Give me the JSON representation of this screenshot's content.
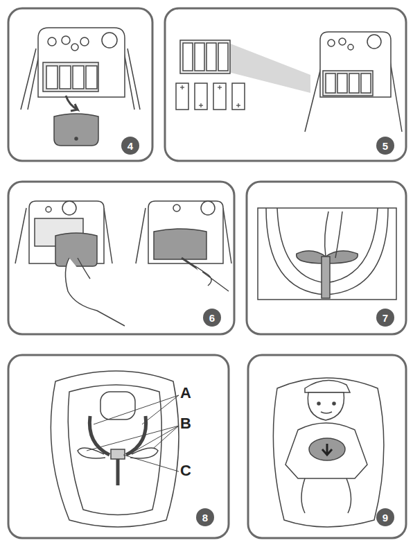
{
  "diagram": {
    "nodes": [
      {
        "text": [
          "4"
        ]
      },
      {
        "text": [
          "5"
        ]
      },
      {
        "text": [
          "6"
        ]
      },
      {
        "text": [
          "7"
        ]
      },
      {
        "text": [
          "8"
        ]
      },
      {
        "text": [
          "9"
        ]
      }
    ],
    "labels": [
      "A",
      "B",
      "C"
    ]
  }
}
